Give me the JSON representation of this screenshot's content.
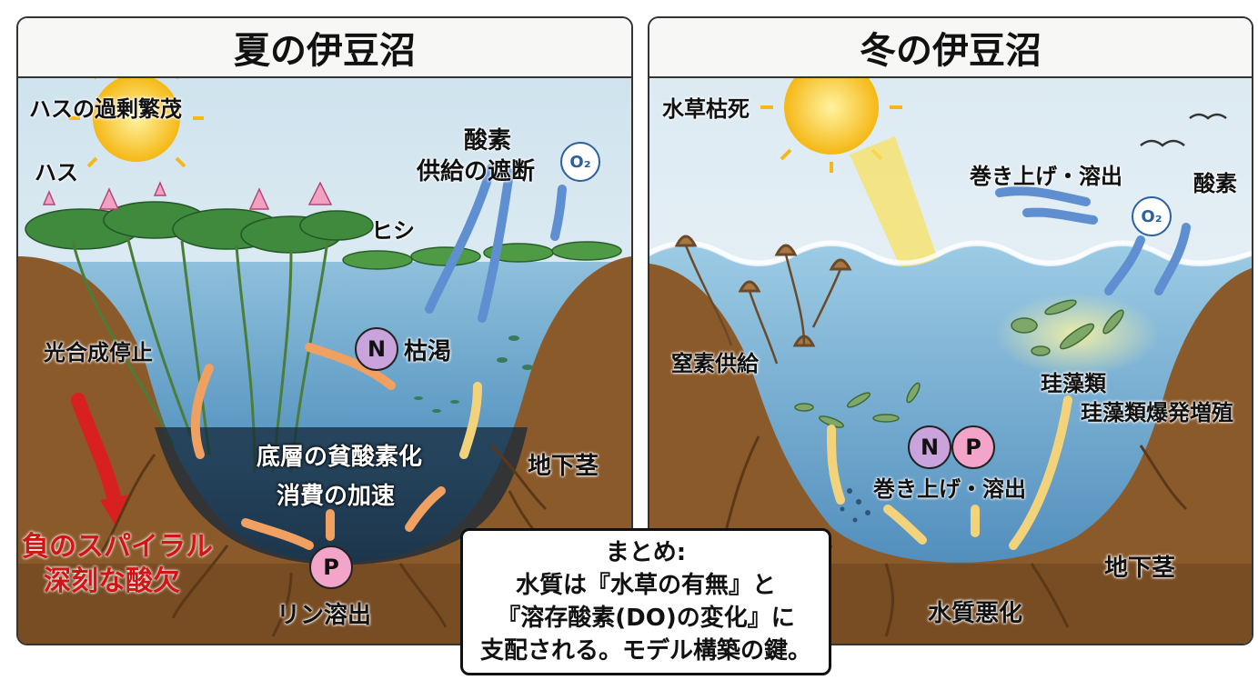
{
  "summer": {
    "title": "夏の伊豆沼",
    "labels": {
      "overgrowth": "ハスの過剰繁茂",
      "lotus": "ハス",
      "oxygen_block_1": "酸素",
      "oxygen_block_2": "供給の遮断",
      "hishi": "ヒシ",
      "photosynthesis_stop": "光合成停止",
      "depletion": "枯渇",
      "bottom_hypoxia": "底層の貧酸素化",
      "consumption": "消費の加速",
      "rhizome": "地下茎",
      "spiral_1": "負のスパイラル",
      "spiral_2": "深刻な酸欠",
      "phosphorus_release": "リン溶出"
    },
    "badges": {
      "n": "N",
      "p": "P",
      "o2": "O₂"
    }
  },
  "winter": {
    "title": "冬の伊豆沼",
    "labels": {
      "plants_die": "水草枯死",
      "resuspension_top": "巻き上げ・溶出",
      "oxygen": "酸素",
      "nitrogen_supply": "窒素供給",
      "diatoms": "珪藻類",
      "diatom_bloom": "珪藻類爆発増殖",
      "resuspension_mid": "巻き上げ・溶出",
      "rhizome": "地下茎",
      "water_degradation": "水質悪化"
    },
    "badges": {
      "n": "N",
      "p": "P",
      "o2": "O₂"
    }
  },
  "summary": {
    "line1": "まとめ:",
    "line2": "水質は『水草の有無』と",
    "line3": "『溶存酸素(DO)の変化』に",
    "line4": "支配される。モデル構築の鍵。"
  },
  "colors": {
    "water": "#5a9cc6",
    "deep_water": "#1f3a55",
    "soil": "#8b5a2b",
    "sun": "#f6c21b",
    "arrow_orange": "#f0a060",
    "arrow_blue": "#5f8fd0",
    "arrow_red": "#d92020",
    "arrow_yellow": "#f2d27a"
  }
}
